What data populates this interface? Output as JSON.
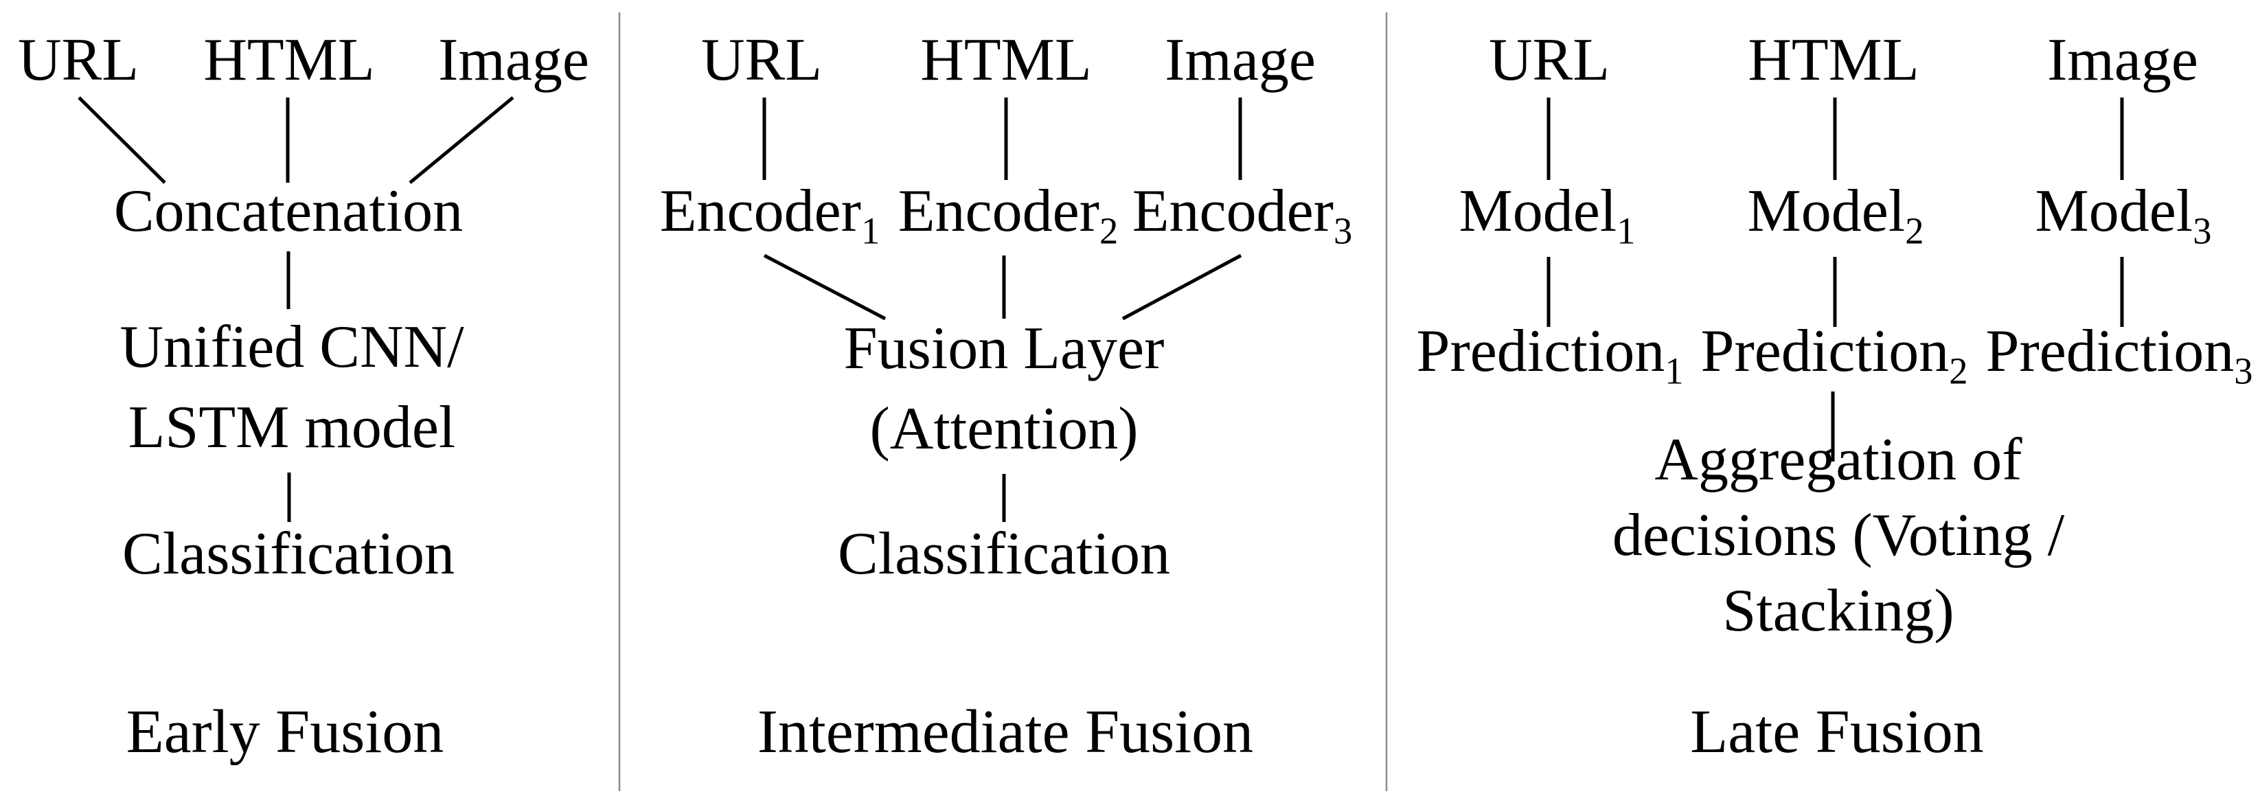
{
  "diagram": {
    "title": "Multimodal fusion strategies (Early / Intermediate / Late)",
    "colors": {
      "background": "#ffffff",
      "text": "#000000",
      "connector": "#000000",
      "divider": "#8c8c8c"
    },
    "panels": [
      {
        "caption": "Early Fusion",
        "inputs": {
          "url": "URL",
          "html": "HTML",
          "image": "Image"
        },
        "fusion_node": "Concatenation",
        "model_line1": "Unified CNN/",
        "model_line2": "LSTM model",
        "output_node": "Classification",
        "edges": [
          "URL→Concatenation",
          "HTML→Concatenation",
          "Image→Concatenation",
          "Concatenation→Unified CNN/LSTM model",
          "Unified CNN/LSTM model→Classification"
        ]
      },
      {
        "caption": "Intermediate Fusion",
        "inputs": {
          "url": "URL",
          "html": "HTML",
          "image": "Image"
        },
        "encoders": [
          {
            "base": "Encoder",
            "sub": "1"
          },
          {
            "base": "Encoder",
            "sub": "2"
          },
          {
            "base": "Encoder",
            "sub": "3"
          }
        ],
        "fusion_line1": "Fusion Layer",
        "fusion_line2": "(Attention)",
        "output_node": "Classification",
        "edges": [
          "URL→Encoder1",
          "HTML→Encoder2",
          "Image→Encoder3",
          "Encoder1→Fusion Layer (Attention)",
          "Encoder2→Fusion Layer (Attention)",
          "Encoder3→Fusion Layer (Attention)",
          "Fusion Layer (Attention)→Classification"
        ]
      },
      {
        "caption": "Late Fusion",
        "inputs": {
          "url": "URL",
          "html": "HTML",
          "image": "Image"
        },
        "models": [
          {
            "base": "Model",
            "sub": "1"
          },
          {
            "base": "Model",
            "sub": "2"
          },
          {
            "base": "Model",
            "sub": "3"
          }
        ],
        "predictions": [
          {
            "base": "Prediction",
            "sub": "1"
          },
          {
            "base": "Prediction",
            "sub": "2"
          },
          {
            "base": "Prediction",
            "sub": "3"
          }
        ],
        "aggregation_line1": "Aggregation of",
        "aggregation_line2": "decisions (Voting /",
        "aggregation_line3": "Stacking)",
        "edges": [
          "URL→Model1",
          "HTML→Model2",
          "Image→Model3",
          "Model1→Prediction1",
          "Model2→Prediction2",
          "Model3→Prediction3",
          "Prediction2→Aggregation of decisions (Voting / Stacking)"
        ]
      }
    ]
  }
}
